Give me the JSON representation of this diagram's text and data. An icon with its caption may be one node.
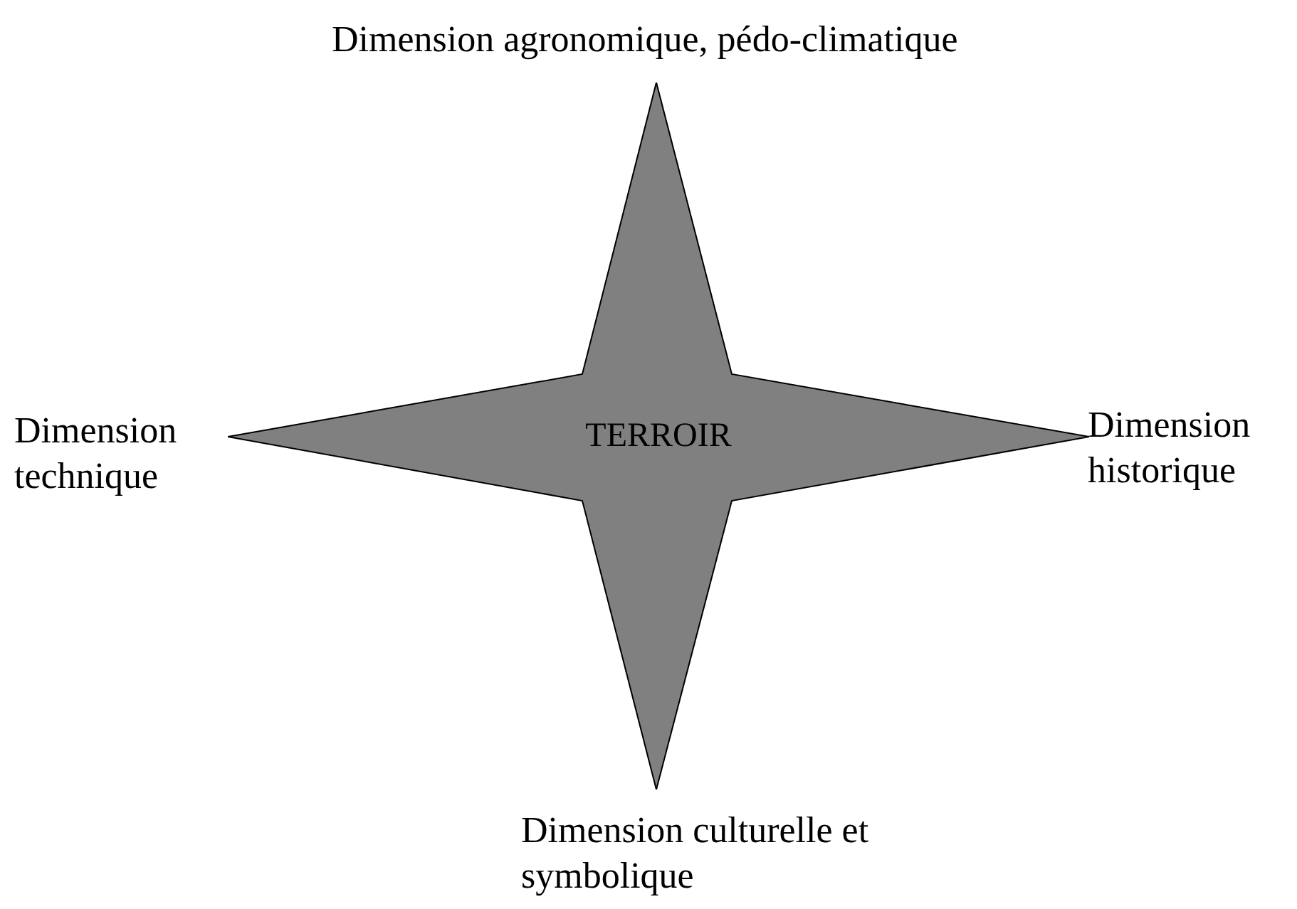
{
  "diagram": {
    "nodes": [
      {
        "text": [
          "TERROIR"
        ]
      }
    ],
    "labels": [
      "Dimension agronomique, pédo-climatique",
      "Dimension technique",
      "Dimension historique",
      "Dimension culturelle et symbolique"
    ]
  }
}
